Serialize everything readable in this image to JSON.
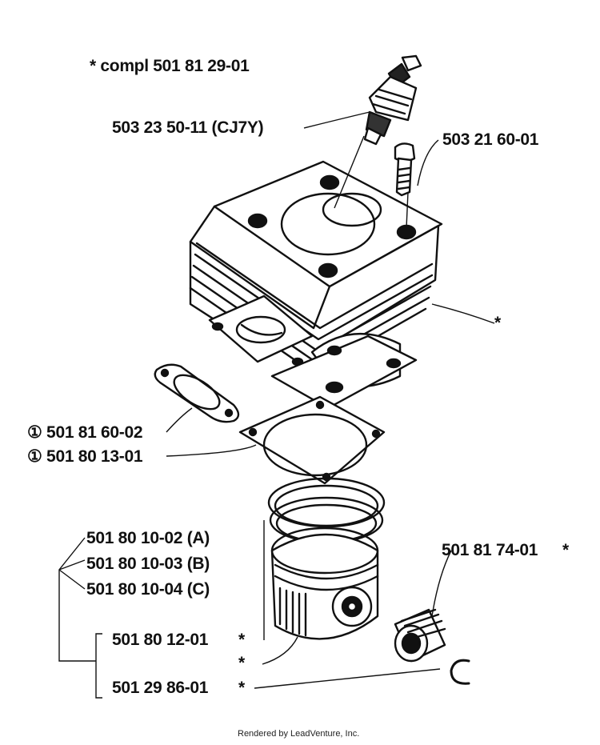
{
  "assembly_label": "*  compl 501 81 29-01",
  "parts": {
    "spark_plug": "503 23 50-11 (CJ7Y)",
    "screw": "503 21 60-01",
    "cylinder_marker": "*",
    "exhaust_gasket": "① 501 81 60-02",
    "base_gasket": "① 501 80 13-01",
    "ring_a": "501 80 10-02 (A)",
    "ring_b": "501 80 10-03 (B)",
    "ring_c": "501 80 10-04 (C)",
    "piston_ring": "501 80 12-01",
    "piston_marker": "*",
    "ring_marker": "*",
    "circlip": "501 29 86-01",
    "circlip_marker": "*",
    "needle_bearing": "501 81 74-01",
    "needle_bearing_marker": "*"
  },
  "footer": "Rendered by LeadVenture, Inc."
}
